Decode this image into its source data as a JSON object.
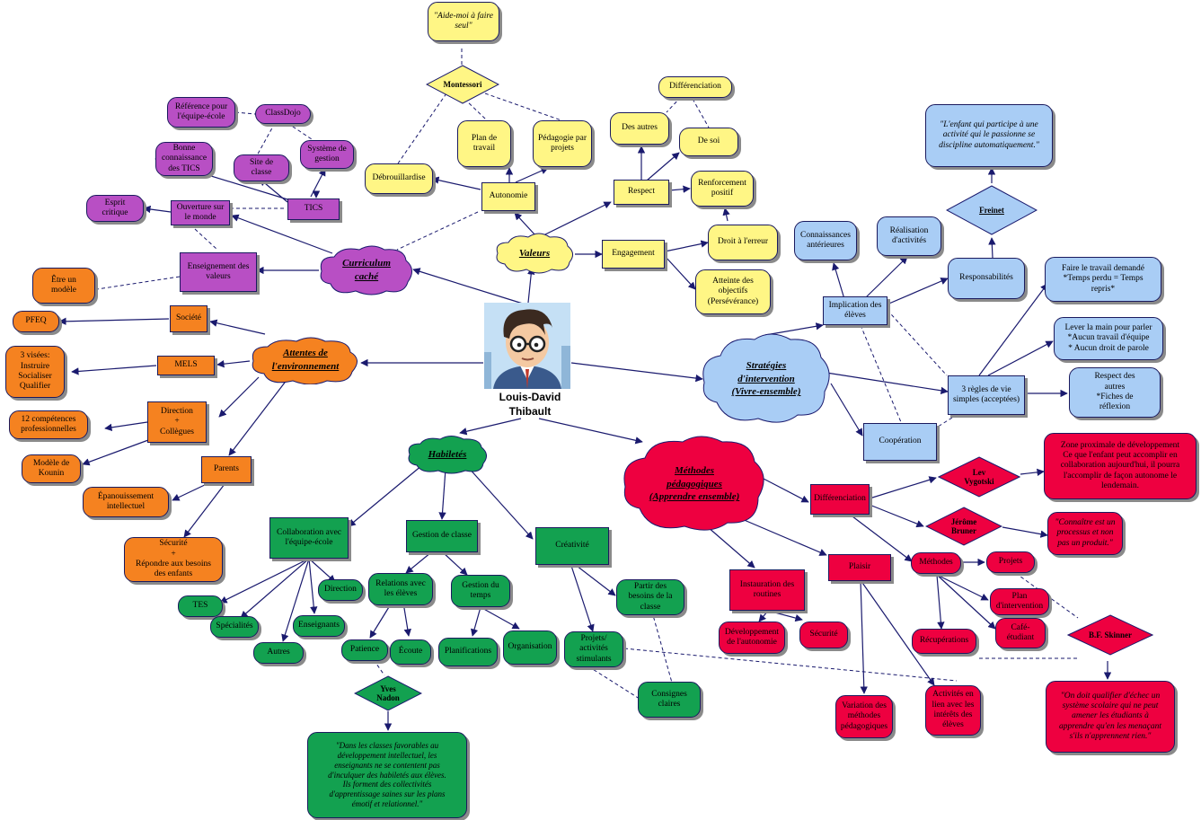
{
  "center": {
    "name": "Louis-David\nThibault"
  },
  "clouds": {
    "valeurs": "Valeurs",
    "curriculum": "Curriculum\ncaché",
    "attentes": "Attentes de\nl'environnement",
    "strategies": "Stratégies\nd'intervention\n(Vivre-ensemble)",
    "habiletes": "Habiletés",
    "methodes": "Méthodes\npédagogiques\n(Apprendre ensemble)"
  },
  "yellow": {
    "quote": "\"Aide-moi à faire\nseul\"",
    "montessori": "Montessori",
    "plan": "Plan de\ntravail",
    "pedagogie": "Pédagogie par\nprojets",
    "debrouillardise": "Débrouillardise",
    "autonomie": "Autonomie",
    "differenciation": "Différenciation",
    "desautres": "Des autres",
    "desoi": "De soi",
    "respect": "Respect",
    "renforcement": "Renforcement\npositif",
    "droit": "Droit à l'erreur",
    "engagement": "Engagement",
    "atteinte": "Atteinte des\nobjectifs\n(Persévérance)"
  },
  "purple": {
    "reference": "Référence pour\nl'équipe-école",
    "classdojo": "ClassDojo",
    "bonne": "Bonne\nconnaissance\ndes TICS",
    "site": "Site de\nclasse",
    "systeme": "Système de\ngestion",
    "esprit": "Esprit\ncritique",
    "ouverture": "Ouverture sur\nle monde",
    "tics": "TICS",
    "enseignement": "Enseignement des\nvaleurs"
  },
  "orange": {
    "etre": "Être un\nmodèle",
    "pfeq": "PFEQ",
    "societe": "Société",
    "visees": "3 visées:\nInstruire\nSocialiser\nQualifier",
    "mels": "MELS",
    "competences": "12 compétences\nprofessionnelles",
    "direction": "Direction\n+\nCollègues",
    "kounin": "Modèle de\nKounin",
    "parents": "Parents",
    "epanouissement": "Épanouissement\nintellectuel",
    "securite": "Sécurité\n+\nRépondre aux besoins\ndes enfants"
  },
  "blue": {
    "quote": "\"L'enfant qui participe à une\nactivité qui le passionne se\ndiscipline automatiquement.\"",
    "freinet": "Freinet",
    "connaissances": "Connaissances\nantérieures",
    "realisation": "Réalisation\nd'activités",
    "responsabilites": "Responsabilités",
    "implication": "Implication des\nélèves",
    "faire": "Faire le travail demandé\n*Temps perdu = Temps\nrepris*",
    "lever": "Lever la main pour parler\n*Aucun travail d'équipe\n* Aucun droit de parole",
    "regles": "3 règles de vie\nsimples (acceptées)",
    "respect": "Respect des\nautres\n*Fiches de\nréflexion",
    "cooperation": "Coopération"
  },
  "green": {
    "collaboration": "Collaboration avec\nl'équipe-école",
    "gestion": "Gestion de classe",
    "creativite": "Créativité",
    "direction": "Direction",
    "tes": "TES",
    "specialites": "Spécialités",
    "enseignants": "Enseignants",
    "autres": "Autres",
    "relations": "Relations avec\nles élèves",
    "temps": "Gestion du\ntemps",
    "patience": "Patience",
    "ecoute": "Écoute",
    "planifications": "Planifications",
    "organisation": "Organisation",
    "partir": "Partir des\nbesoins de la\nclasse",
    "projets": "Projets/\nactivités\nstimulants",
    "consignes": "Consignes\nclaires",
    "nadon": "Yves\nNadon",
    "quote": "\"Dans les classes favorables au\ndéveloppement intellectuel, les\nenseignants ne se contentent pas\nd'inculquer des habiletés aux élèves.\nIls forment des collectivités\nd'apprentissage saines sur les plans\némotif et relationnel.\""
  },
  "red": {
    "zone": "Zone proximale de développement\nCe que l'enfant peut accomplir en\ncollaboration aujourd'hui, il pourra\nl'accomplir de façon autonome le\nlendemain.",
    "vygotski": "Lev\nVygotski",
    "differenciation": "Différenciation",
    "bruner": "Jérôme\nBruner",
    "bruner_quote": "\"Connaître est un\nprocessus et non\npas un produit.\"",
    "plaisir": "Plaisir",
    "methodes": "Méthodes",
    "projets": "Projets",
    "instauration": "Instauration des\nroutines",
    "plan": "Plan\nd'intervention",
    "cafe": "Café-\nétudiant",
    "recuperations": "Récupérations",
    "skinner": "B.F. Skinner",
    "developpement": "Développement\nde l'autonomie",
    "securite": "Sécurité",
    "variation": "Variation des\nméthodes\npédagogiques",
    "activites": "Activités en\nlien avec les\nintérêts des\nélèves",
    "skinner_quote": "\"On doit qualifier d'échec un\nsystème scolaire qui ne peut\namener les étudiants à\napprendre qu'en les menaçant\ns'ils n'apprennent rien.\""
  },
  "colors": {
    "yellow": "#fff685",
    "purple": "#b84fc4",
    "blue": "#a9cdf5",
    "orange": "#f58220",
    "green": "#13a150",
    "red": "#ee0040",
    "line": "#1a1a6e"
  }
}
